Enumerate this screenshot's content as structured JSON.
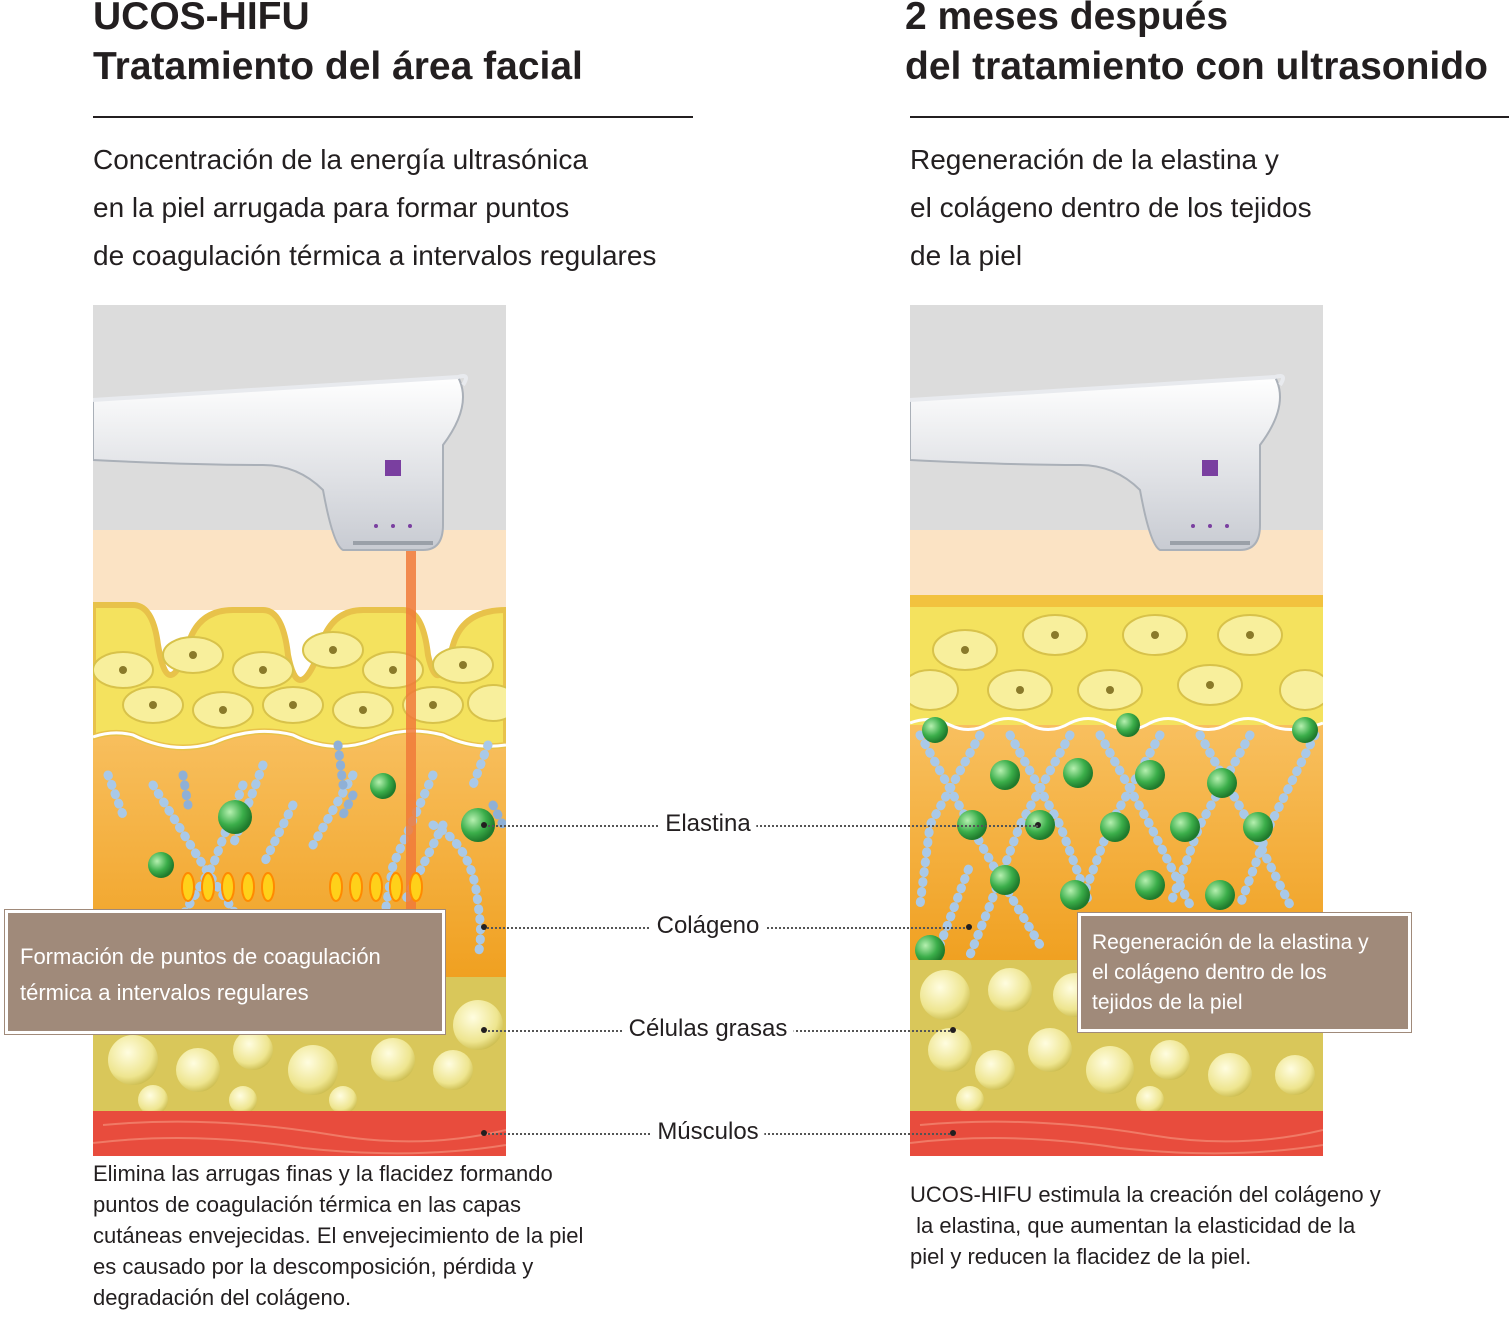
{
  "left": {
    "title": [
      "UCOS-HIFU",
      "Tratamiento del área facial"
    ],
    "subtitle": [
      "Concentración de la energía ultrasónica",
      "en la piel arrugada para formar puntos",
      "de coagulación térmica a intervalos regulares"
    ],
    "box": [
      "Formación de puntos de coagulación",
      "térmica a intervalos regulares"
    ],
    "description": [
      "Elimina las arrugas finas y la flacidez formando",
      "puntos de coagulación térmica en las capas",
      "cutáneas envejecidas. El envejecimiento de la piel",
      "es causado por la descomposición, pérdida y",
      "degradación del colágeno."
    ]
  },
  "right": {
    "title": [
      "2 meses después",
      "del tratamiento con ultrasonido"
    ],
    "subtitle": [
      "Regeneración de la elastina y",
      "el colágeno dentro de los tejidos",
      "de la piel"
    ],
    "box": [
      "Regeneración de la elastina y",
      "el colágeno dentro de los",
      "tejidos de la piel"
    ],
    "description": [
      "UCOS-HIFU estimula la creación del colágeno y",
      " la elastina, que aumentan la elasticidad de la",
      "piel y reducen la flacidez de la piel."
    ]
  },
  "labels": {
    "elastina": "Elastina",
    "colageno": "Colágeno",
    "celulas": "Células grasas",
    "musculos": "Músculos"
  },
  "colors": {
    "dermis": "#f5a623",
    "epidermis": "#f2e05a",
    "fat": "#eee58f",
    "muscle": "#e84c3d",
    "elastin": "#3bae4a",
    "box": "#a08a7a",
    "beam": "#f07a3a"
  }
}
